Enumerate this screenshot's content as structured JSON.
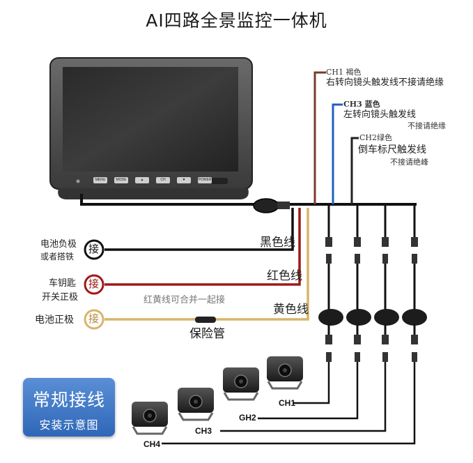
{
  "title": "AI四路全景监控一体机",
  "monitor": {
    "buttons": [
      "MENU",
      "MODE",
      "▲",
      "CH",
      "▼",
      "POWER"
    ]
  },
  "signal_wires": {
    "ch1": {
      "tag": "CH1 褐色",
      "desc": "右转向镜头触发线不接请绝缘",
      "color": "#7a3b2a"
    },
    "ch3": {
      "tag": "CH3 蓝色",
      "desc": "左转向镜头触发线",
      "note": "不接请绝缘",
      "color": "#1f5fbf"
    },
    "ch2": {
      "tag": "CH2绿色",
      "desc": "倒车标尺触发线",
      "note": "不接请绝峰",
      "color": "#222222"
    }
  },
  "power_wires": {
    "black": {
      "label": "黑色线",
      "term_line1": "电池负极",
      "term_line2": "或者搭铁",
      "knob": "接",
      "color": "#111111"
    },
    "red": {
      "label": "红色线",
      "term_line1": "车钥匙",
      "term_line2": "开关正极",
      "knob": "接",
      "color": "#a01818"
    },
    "yellow": {
      "label": "黄色线",
      "term_line1": "电池正极",
      "knob": "接",
      "color": "#d9b46a"
    }
  },
  "merge_note": "红黄线可合并一起接",
  "fuse_label": "保险管",
  "cameras": {
    "ch1": "CH1",
    "ch2": "GH2",
    "ch3": "CH3",
    "ch4": "CH4"
  },
  "badge": {
    "line1": "常规接线",
    "line2": "安装示意图"
  }
}
